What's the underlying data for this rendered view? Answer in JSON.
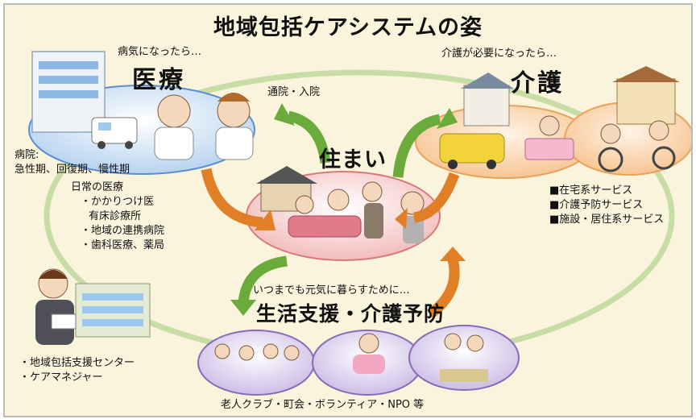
{
  "title": "地域包括ケアシステムの姿",
  "medical": {
    "heading": "医療",
    "caption": "病気になったら…",
    "visit_label": "通院・入院",
    "hospital_title": "病院:",
    "hospital_types": "急性期、回復期、慢性期",
    "daily_title": "日常の医療",
    "daily_items": [
      "・かかりつけ医",
      "有床診療所",
      "・地域の連携病院",
      "・歯科医療、薬局"
    ]
  },
  "care": {
    "heading": "介護",
    "caption": "介護が必要になったら…",
    "services": [
      "■在宅系サービス",
      "■介護予防サービス",
      "■施設・居住系サービス"
    ]
  },
  "home": {
    "heading": "住まい"
  },
  "support": {
    "heading": "生活支援・介護予防",
    "caption": "いつまでも元気に暮らすために…",
    "groups": "老人クラブ・町会・ボランティア・NPO 等"
  },
  "center": {
    "items": [
      "・地域包括支援センター",
      "・ケアマネジャー"
    ]
  },
  "colors": {
    "background": "#fbf4dd",
    "ring": "#c8dda5",
    "medical_circle": "#cfe2f6",
    "home_circle": "#f8d6d6",
    "care_circle": "#fbdcc0",
    "support_circle": "#dcd0ea",
    "green_arrow": "#6aab3c",
    "orange_arrow": "#e07f26"
  }
}
